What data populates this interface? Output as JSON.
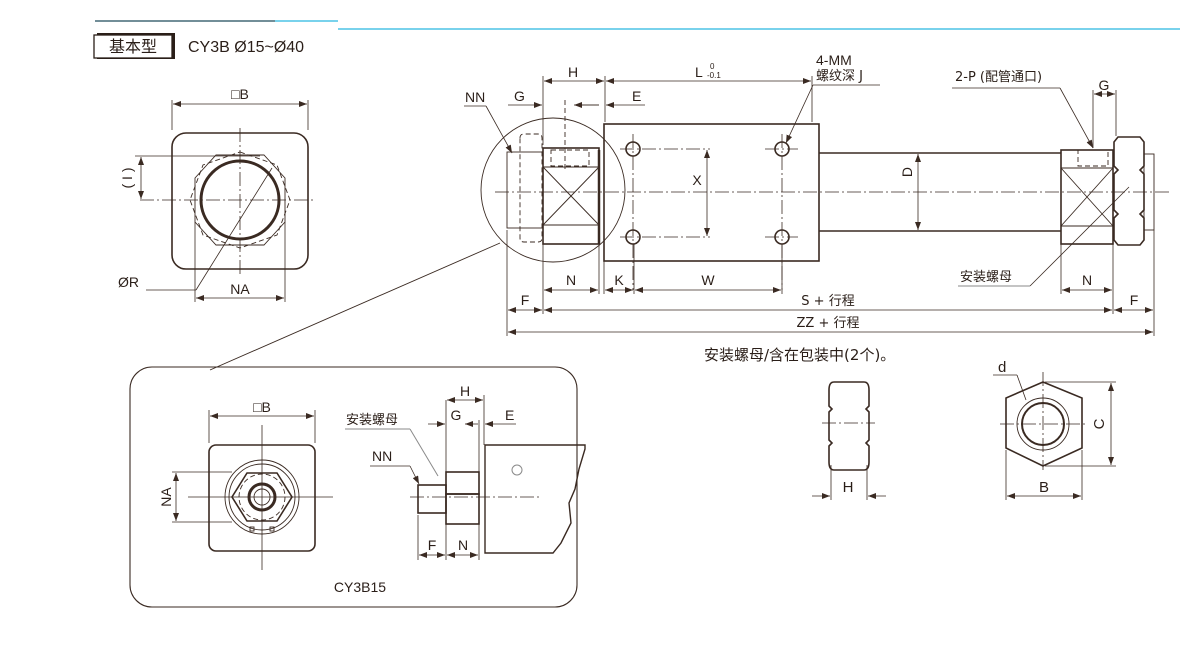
{
  "header": {
    "type_label": "基本型",
    "model_range": "CY3B Ø15~Ø40",
    "accent_color": "#29b6e0"
  },
  "end_view": {
    "B_label": "□B",
    "I_label": "( I )",
    "R_label": "ØR",
    "NA_label": "NA"
  },
  "main_view": {
    "NN": "NN",
    "G_left": "G",
    "H": "H",
    "E": "E",
    "L": "L",
    "L_tol_upper": "0",
    "L_tol_lower": "-0.1",
    "MM_label": "4-MM",
    "MM_depth": "螺纹深 J",
    "P_label": "2-P (配管通口)",
    "G_right": "G",
    "X": "X",
    "D": "D",
    "N_left": "N",
    "K": "K",
    "W": "W",
    "nut_callout": "安装螺母",
    "N_right": "N",
    "F_left": "F",
    "S_stroke": "S + 行程",
    "F_right": "F",
    "ZZ_stroke": "ZZ + 行程"
  },
  "nut_detail": {
    "note": "安装螺母/含在包装中(2个)。",
    "H": "H",
    "d": "d",
    "C": "C",
    "B": "B"
  },
  "inset": {
    "B_label": "□B",
    "NA_label": "NA",
    "H": "H",
    "nut_callout": "安装螺母",
    "G": "G",
    "E": "E",
    "NN": "NN",
    "F": "F",
    "N": "N",
    "caption": "CY3B15"
  }
}
